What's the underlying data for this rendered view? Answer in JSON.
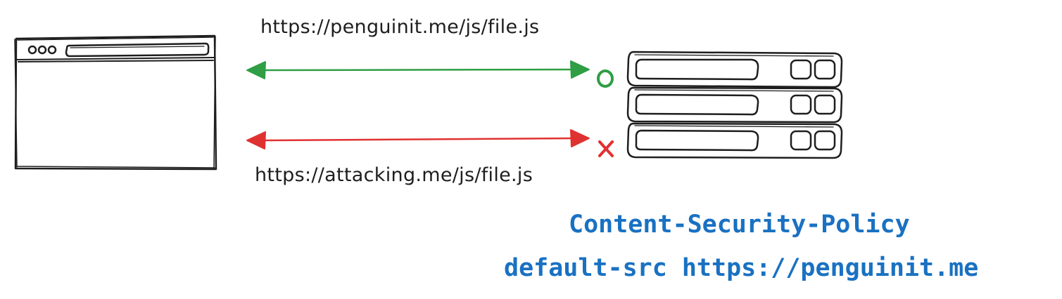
{
  "diagram": {
    "allowed_request": {
      "url": "https://penguinit.me/js/file.js",
      "result_mark": "o",
      "color": "#2f9e44"
    },
    "blocked_request": {
      "url": "https://attacking.me/js/file.js",
      "result_mark": "x",
      "color": "#e03131"
    },
    "browser_icon": "browser-window-icon",
    "server_icon": "server-stack-icon",
    "policy": {
      "header": "Content-Security-Policy",
      "value": "default-src https://penguinit.me",
      "color": "#1971c2"
    }
  }
}
